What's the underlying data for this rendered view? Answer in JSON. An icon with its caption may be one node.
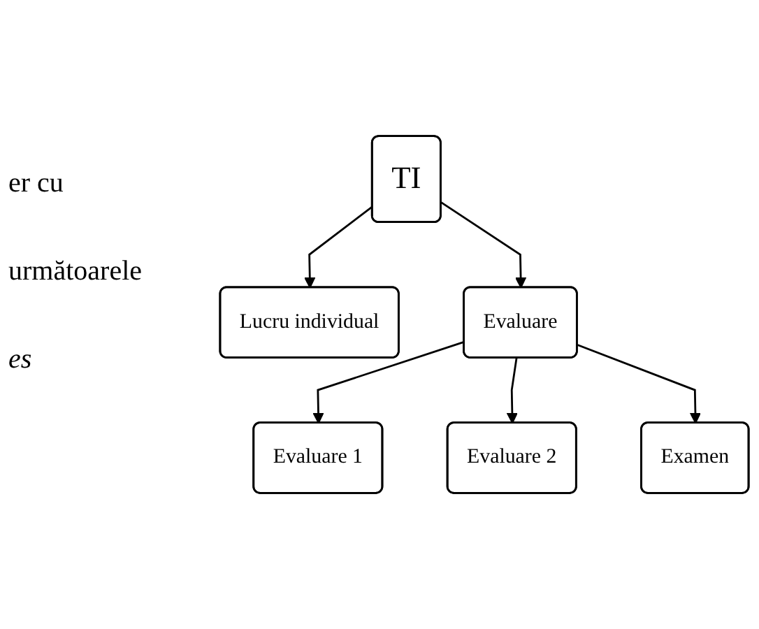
{
  "diagram": {
    "nodes": [
      {
        "text": [
          "TI"
        ]
      },
      {
        "text": [
          "Lucru individual"
        ]
      },
      {
        "text": [
          "Evaluare"
        ]
      },
      {
        "text": [
          "Evaluare 1"
        ]
      },
      {
        "text": [
          "Evaluare 2"
        ]
      },
      {
        "text": [
          "Examen"
        ]
      }
    ],
    "edges": [
      {
        "from": 0,
        "to": 1,
        "arrow": "to"
      },
      {
        "from": 0,
        "to": 2,
        "arrow": "to"
      },
      {
        "from": 2,
        "to": 3,
        "arrow": "to"
      },
      {
        "from": 2,
        "to": 4,
        "arrow": "to"
      },
      {
        "from": 2,
        "to": 5,
        "arrow": "to"
      }
    ],
    "labels": [
      "er cu",
      "următoarele",
      "es"
    ]
  }
}
